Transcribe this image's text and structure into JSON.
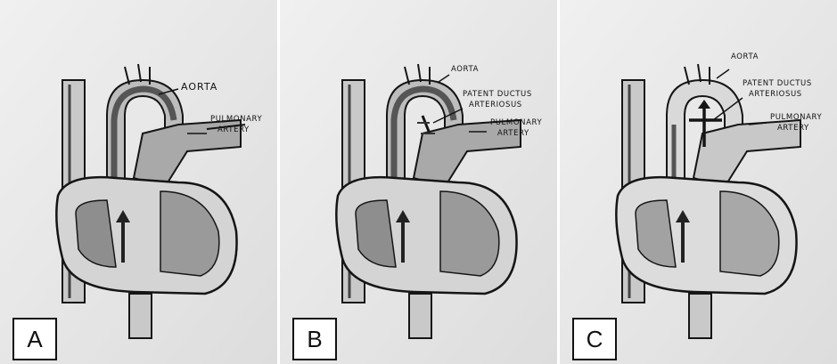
{
  "panels": [
    {
      "id": "A",
      "letter": "A",
      "labels": {
        "aorta": "AORTA",
        "pulmonary_line1": "PULMONARY",
        "pulmonary_line2": "ARTERY"
      }
    },
    {
      "id": "B",
      "letter": "B",
      "labels": {
        "aorta": "AORTA",
        "pda_line1": "PATENT DUCTUS",
        "pda_line2": "ARTERIOSUS",
        "pulmonary_line1": "PULMONARY",
        "pulmonary_line2": "ARTERY"
      }
    },
    {
      "id": "C",
      "letter": "C",
      "labels": {
        "aorta": "AORTA",
        "pda_line1": "PATENT DUCTUS",
        "pda_line2": "ARTERIOSUS",
        "pulmonary_line1": "PULMONARY",
        "pulmonary_line2": "ARTERY"
      }
    }
  ],
  "colors": {
    "paper": "#e9e9e9",
    "ink": "#151515",
    "shade_dark": "#555555",
    "shade_mid": "#8a8a8a",
    "shade_light": "#c4c4c4"
  }
}
